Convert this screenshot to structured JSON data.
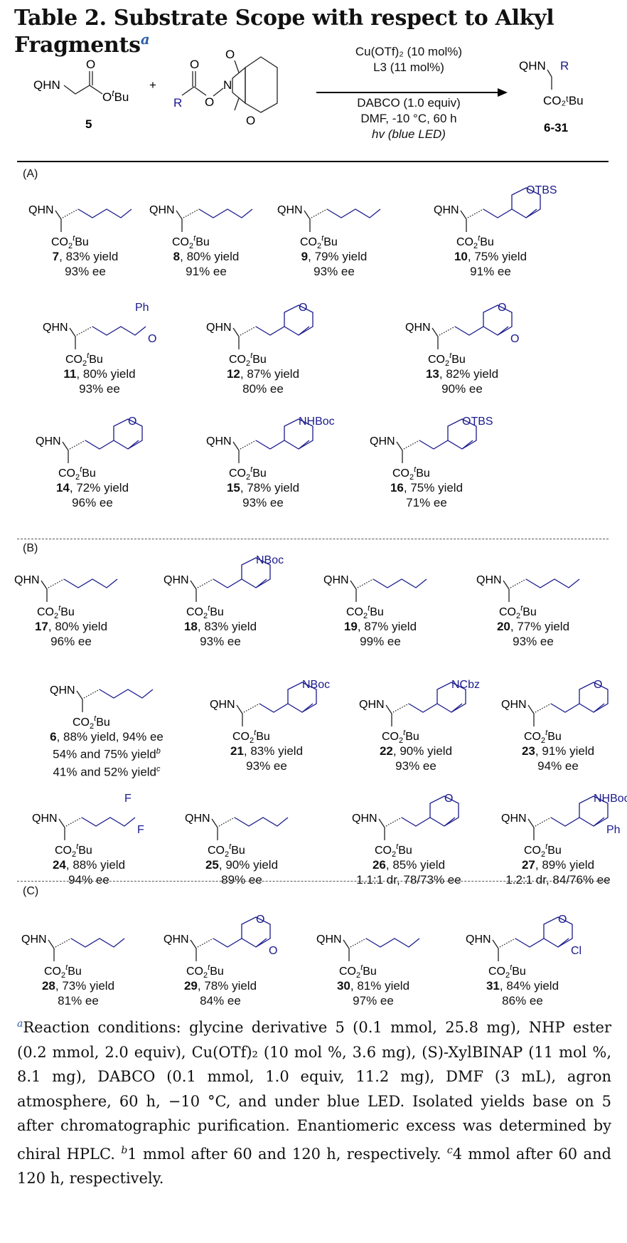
{
  "title": {
    "text": "Table 2. Substrate Scope with respect to Alkyl Fragments",
    "footnote_mark": "a"
  },
  "scheme": {
    "reactant1": {
      "label": "QHN",
      "ester": "O",
      "otbu": "O",
      "tbu_t": "t",
      "tbu_bu": "Bu",
      "number": "5"
    },
    "plus": "+",
    "reactant2": {
      "r": "R",
      "o1": "O",
      "o2": "O",
      "o3": "O",
      "n": "N",
      "o4": "O"
    },
    "conditions_above": [
      "Cu(OTf)₂ (10 mol%)",
      "L3 (11 mol%)"
    ],
    "conditions_below": [
      "DABCO (1.0 equiv)",
      "DMF, -10 °C, 60 h",
      "hv (blue LED)"
    ],
    "product": {
      "label": "QHN",
      "r": "R",
      "ester": "CO₂ᵗBu",
      "number": "6-31"
    }
  },
  "sections": [
    {
      "label": "(A)",
      "compounds": [
        {
          "id": "7",
          "group": "",
          "yield": "83% yield",
          "ee": "93% ee"
        },
        {
          "id": "8",
          "group": "",
          "yield": "80% yield",
          "ee": "91% ee"
        },
        {
          "id": "9",
          "group": "",
          "yield": "79% yield",
          "ee": "93% ee"
        },
        {
          "id": "10",
          "group": "OTBS",
          "yield": "75% yield",
          "ee": "91% ee"
        },
        {
          "id": "11",
          "group": "Ph",
          "extra": "O",
          "yield": "80% yield",
          "ee": "93% ee"
        },
        {
          "id": "12",
          "group": "O",
          "yield": "87% yield",
          "ee": "80% ee"
        },
        {
          "id": "13",
          "group": "O",
          "extra": "O",
          "yield": "82% yield",
          "ee": "90% ee"
        },
        {
          "id": "14",
          "group": "O",
          "yield": "72% yield",
          "ee": "96% ee"
        },
        {
          "id": "15",
          "group": "NHBoc",
          "yield": "78% yield",
          "ee": "93% ee"
        },
        {
          "id": "16",
          "group": "OTBS",
          "yield": "75% yield",
          "ee": "71% ee"
        }
      ]
    },
    {
      "label": "(B)",
      "compounds": [
        {
          "id": "17",
          "group": "",
          "yield": "80% yield",
          "ee": "96% ee"
        },
        {
          "id": "18",
          "group": "NBoc",
          "yield": "83% yield",
          "ee": "93% ee"
        },
        {
          "id": "19",
          "group": "",
          "yield": "87% yield",
          "ee": "99% ee"
        },
        {
          "id": "20",
          "group": "",
          "yield": "77% yield",
          "ee": "93% ee"
        },
        {
          "id": "6",
          "group": "",
          "yield": "88% yield, 94% ee",
          "ee": "54% and 75% yield",
          "ee_mark": "b",
          "note": "41% and 52% yield",
          "note_mark": "c"
        },
        {
          "id": "21",
          "group": "NBoc",
          "yield": "83% yield",
          "ee": "93% ee"
        },
        {
          "id": "22",
          "group": "NCbz",
          "yield": "90% yield",
          "ee": "93% ee"
        },
        {
          "id": "23",
          "group": "O",
          "yield": "91% yield",
          "ee": "94% ee"
        },
        {
          "id": "24",
          "group": "F",
          "extra": "F",
          "yield": "88% yield",
          "ee": "94% ee"
        },
        {
          "id": "25",
          "group": "",
          "yield": "90% yield",
          "ee": "89% ee"
        },
        {
          "id": "26",
          "group": "O",
          "yield": "85% yield",
          "ee": "1.1:1 dr, 78/73% ee"
        },
        {
          "id": "27",
          "group": "NHBoc",
          "extra": "Ph",
          "yield": "89% yield",
          "ee": "1.2:1 dr, 84/76% ee"
        }
      ]
    },
    {
      "label": "(C)",
      "compounds": [
        {
          "id": "28",
          "group": "",
          "yield": "73% yield",
          "ee": "81% ee"
        },
        {
          "id": "29",
          "group": "O",
          "extra": "O",
          "yield": "78% yield",
          "ee": "84% ee"
        },
        {
          "id": "30",
          "group": "",
          "yield": "81% yield",
          "ee": "97% ee"
        },
        {
          "id": "31",
          "group": "O",
          "extra": "Cl",
          "yield": "84% yield",
          "ee": "86% ee"
        }
      ]
    }
  ],
  "structure_labels": {
    "amine": "QHN",
    "ester_co2": "CO",
    "ester_sub": "2",
    "ester_t": "t",
    "ester_bu": "Bu"
  },
  "footnote": {
    "mark_a": "a",
    "text_a": "Reaction conditions: glycine derivative 5 (0.1 mmol, 25.8 mg), NHP ester (0.2 mmol, 2.0 equiv), Cu(OTf)₂ (10 mol %, 3.6 mg), (S)-XylBINAP (11 mol %, 8.1 mg), DABCO (0.1 mmol, 1.0 equiv, 11.2 mg), DMF (3 mL), agron atmosphere, 60 h, −10 °C, and under blue LED. Isolated yields base on 5 after chromatographic purification. Enantiomeric excess was determined by chiral HPLC.",
    "mark_b": "b",
    "text_b": "1 mmol after 60 and 120 h, respectively.",
    "mark_c": "c",
    "text_c": "4 mmol after 60 and 120 h, respectively."
  },
  "colors": {
    "substituent": "#1a1a8c",
    "footnote_mark": "#2f5fa8"
  }
}
